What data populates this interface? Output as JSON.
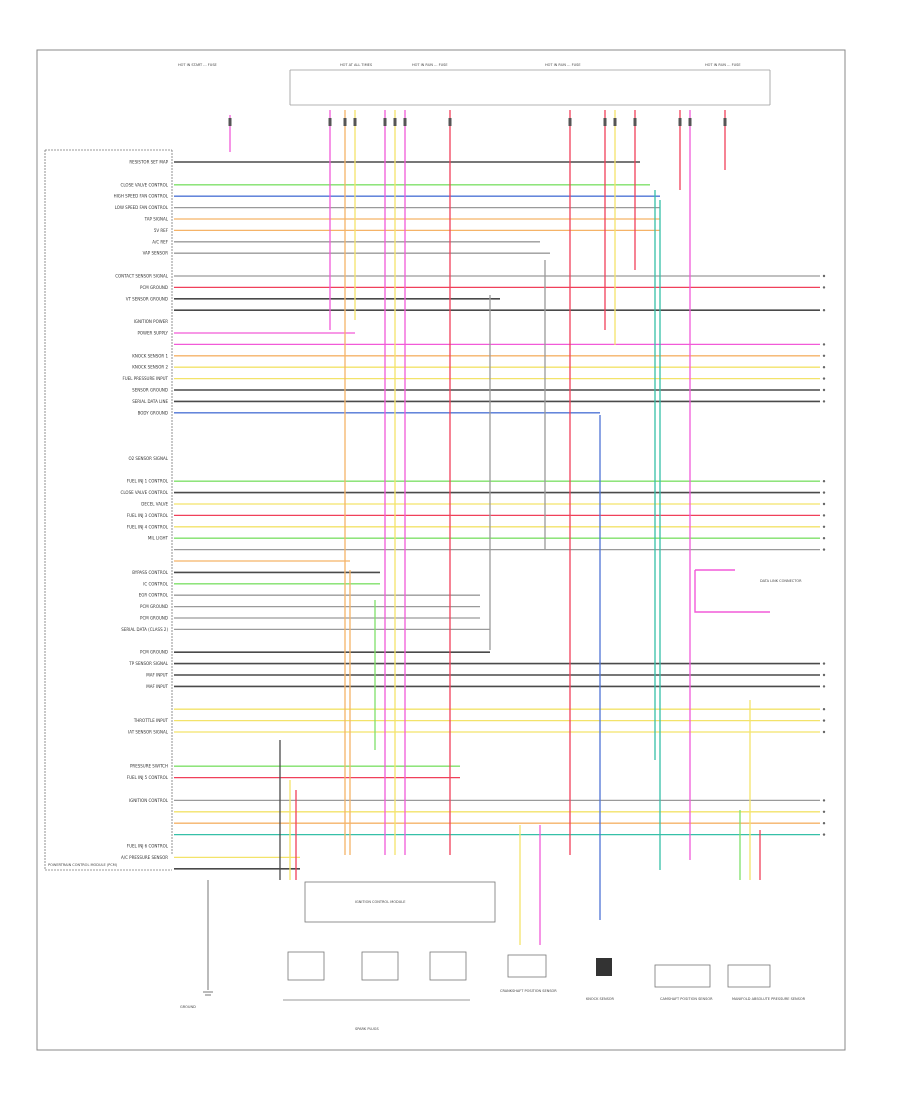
{
  "diagram": {
    "frame_label": "",
    "fuse_blocks": [
      {
        "id": "fuse-1",
        "label": "HOT IN START ... FUSE"
      },
      {
        "id": "fuse-2",
        "label": "HOT AT ALL TIMES"
      },
      {
        "id": "fuse-3",
        "label": "HOT IN RUN ... FUSE"
      },
      {
        "id": "fuse-4",
        "label": "HOT IN RUN ... FUSE"
      },
      {
        "id": "fuse-5",
        "label": "HOT IN RUN ... FUSE"
      }
    ],
    "module_title": "POWERTRAIN CONTROL MODULE (PCM)",
    "pcm_pins": [
      "RESISTOR SET MAP",
      "",
      "CLOSE VALVE CONTROL",
      "HIGH SPEED FAN CONTROL",
      "LOW SPEED FAN CONTROL",
      "TAP SIGNAL",
      "5V REF",
      "A/C REF",
      "VAP SENSOR",
      "",
      "CONTACT SENSOR SIGNAL",
      "PCM GROUND",
      "VT SENSOR GROUND",
      "",
      "IGNITION POWER",
      "POWER SUPPLY",
      "",
      "KNOCK SENSOR 1",
      "KNOCK SENSOR 2",
      "FUEL PRESSURE INPUT",
      "SENSOR GROUND",
      "SERIAL DATA LINE",
      "BODY GROUND",
      "",
      "",
      "",
      "O2 SENSOR SIGNAL",
      "",
      "FUEL INJ 1 CONTROL",
      "CLOSE VALVE CONTROL",
      "DECEL VALVE",
      "FUEL INJ 3 CONTROL",
      "FUEL INJ 4 CONTROL",
      "MIL LIGHT",
      "",
      "",
      "BYPASS CONTROL",
      "IC CONTROL",
      "EGR CONTROL",
      "PCM GROUND",
      "PCM GROUND",
      "SERIAL DATA (CLASS 2)",
      "",
      "PCM GROUND",
      "TP SENSOR SIGNAL",
      "MAF INPUT",
      "MAF INPUT",
      "",
      "",
      "THROTTLE INPUT",
      "IAT SENSOR SIGNAL",
      "",
      "",
      "PRESSURE SWITCH",
      "FUEL INJ 5 CONTROL",
      "",
      "IGNITION CONTROL",
      "",
      "",
      "",
      "FUEL INJ 6 CONTROL",
      "A/C PRESSURE SENSOR"
    ],
    "components": [
      {
        "id": "ignition-module",
        "label": "IGNITION CONTROL MODULE"
      },
      {
        "id": "spark-plugs",
        "label": "SPARK PLUGS"
      },
      {
        "id": "crank-sensor",
        "label": "CRANKSHAFT POSITION SENSOR"
      },
      {
        "id": "knock-sensor",
        "label": "KNOCK SENSOR"
      },
      {
        "id": "cam-sensor",
        "label": "CAMSHAFT POSITION SENSOR"
      },
      {
        "id": "map-sensor",
        "label": "MANIFOLD ABSOLUTE PRESSURE SENSOR"
      },
      {
        "id": "ground",
        "label": "GROUND"
      }
    ],
    "right_box": "DATA LINK CONNECTOR",
    "wire_colors": {
      "pink": "#f25ad8",
      "red": "#f0405a",
      "green": "#7fe06a",
      "yellow": "#f3e36a",
      "orange": "#f5b368",
      "gray": "#9a9a9a",
      "dark": "#4a4a4a",
      "blue": "#4f74d6",
      "teal": "#36c0a8"
    }
  }
}
